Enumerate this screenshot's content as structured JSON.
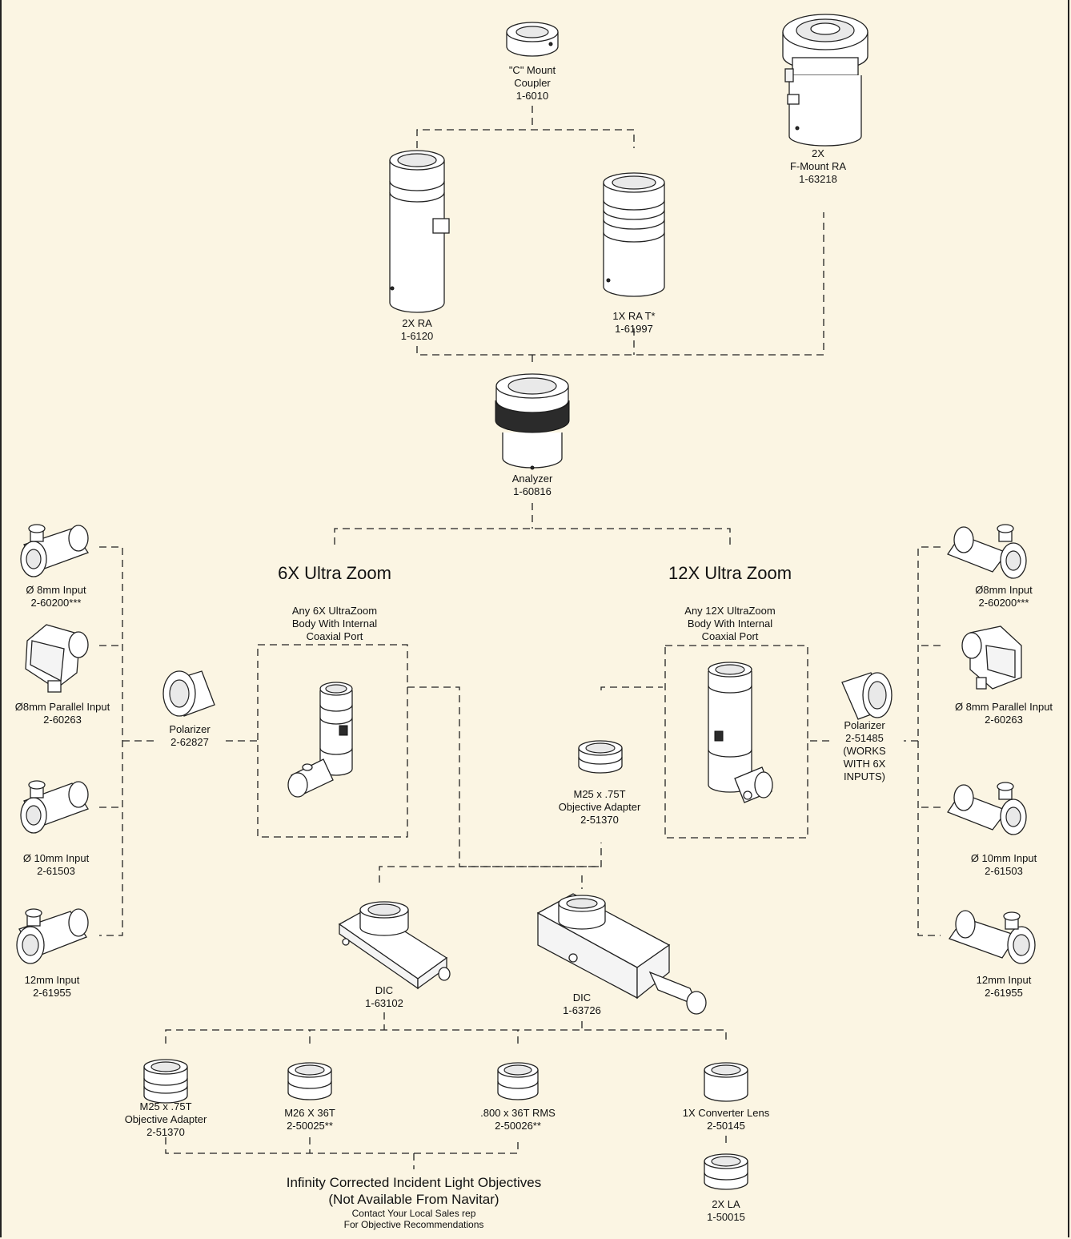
{
  "labels": {
    "c_mount": [
      "\"C\" Mount",
      "Coupler",
      "1-6010"
    ],
    "f_mount": [
      "2X",
      "F-Mount RA",
      "1-63218"
    ],
    "ra2x": [
      "2X RA",
      "1-6120"
    ],
    "ra1x": [
      "1X RA T*",
      "1-61997"
    ],
    "analyzer": [
      "Analyzer",
      "1-60816"
    ],
    "l_8mm": [
      "Ø 8mm Input",
      "2-60200***"
    ],
    "l_8par": [
      "Ø8mm Parallel Input",
      "2-60263"
    ],
    "l_10mm": [
      "Ø 10mm Input",
      "2-61503"
    ],
    "l_12mm": [
      "12mm Input",
      "2-61955"
    ],
    "pol6": [
      "Polarizer",
      "2-62827"
    ],
    "body6": [
      "Any 6X UltraZoom",
      "Body With Internal",
      "Coaxial Port"
    ],
    "body12": [
      "Any 12X UltraZoom",
      "Body With Internal",
      "Coaxial Port"
    ],
    "pol12": [
      "Polarizer",
      "2-51485",
      "(WORKS",
      "WITH 6X",
      "INPUTS)"
    ],
    "m25_mid": [
      "M25 x .75T",
      "Objective Adapter",
      "2-51370"
    ],
    "r_8mm": [
      "Ø8mm Input",
      "2-60200***"
    ],
    "r_8par": [
      "Ø 8mm Parallel Input",
      "2-60263"
    ],
    "r_10mm": [
      "Ø 10mm Input",
      "2-61503"
    ],
    "r_12mm": [
      "12mm Input",
      "2-61955"
    ],
    "dic1": [
      "DIC",
      "1-63102"
    ],
    "dic2": [
      "DIC",
      "1-63726"
    ],
    "m25_bot": [
      "M25 x .75T",
      "Objective Adapter",
      "2-51370"
    ],
    "m26": [
      "M26 X 36T",
      "2-50025**"
    ],
    "rms": [
      ".800 x 36T RMS",
      "2-50026**"
    ],
    "conv": [
      "1X Converter Lens",
      "2-50145"
    ],
    "la2x": [
      "2X LA",
      "1-50015"
    ]
  },
  "headings": {
    "six": "6X Ultra Zoom",
    "twelve": "12X Ultra Zoom"
  },
  "footer": {
    "line1": "Infinity Corrected Incident Light Objectives",
    "line2": "(Not Available From Navitar)",
    "line3": "Contact Your Local Sales rep",
    "line4": "For Objective Recommendations"
  },
  "colors": {
    "background": "#fbf5e3",
    "ink": "#222222"
  }
}
